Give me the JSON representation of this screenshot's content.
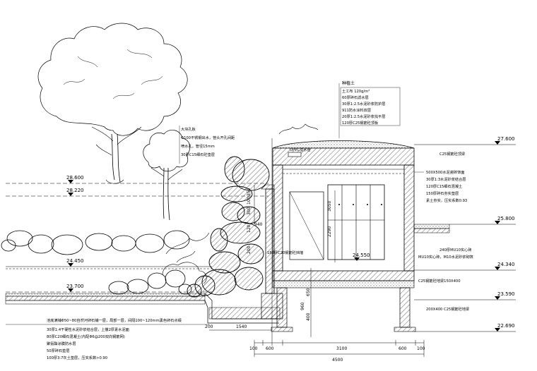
{
  "elevations": {
    "e27600": "27.600",
    "e28600": "28.600",
    "e28220": "28.220",
    "e25800": "25.800",
    "e24450": "24.450",
    "e24550": "24.550",
    "e24340": "24.340",
    "e23700": "23.700",
    "e23590": "23.590",
    "e22690": "22.690"
  },
  "roof_notes": {
    "title": "种植土",
    "lines": [
      "土工布 120g/m²",
      "60厚碎石滤水层",
      "30厚1:2.5水泥砂浆防护层",
      "911防水涂料双层",
      "20厚1:2.5水泥砂浆找平层",
      "120厚C25钢筋砼顶板"
    ]
  },
  "cascade_notes": [
    "大块孔板",
    "Φ100不锈钢出水，管头开孔间距",
    "喷水孔，管径15mm",
    "30厚C15细石砼垫层"
  ],
  "right_notes": {
    "beam": "C25钢筋砼顶梁",
    "wall_lines": [
      "500X500水泥瓷砖饰面",
      "30厚1:3水泥砂浆结合层",
      "120厚C15细石混凝土",
      "150厚碎石夯实垫层",
      "素土夯实，压实系数0.93"
    ],
    "tie_beam": "240厚MU10实心砖",
    "brick": "MU10实心砖，M10水泥砂浆砌筑",
    "ground_beam": "C25钢筋砼地梁150X400",
    "footing": "200X400 C25钢筋砼地梁"
  },
  "pond_notes": [
    "池底满铺Φ50~80自然河卵石铺一层，局部一层，间隔100~120mm黑色卵石点缀",
    "30厚1:4干硬性水泥砂浆结合层，上撒2厚素水泥面",
    "80厚C20细石混凝土(内配Φ6@200双向钢筋网)",
    "聚氨酯涂膜防水层",
    "50厚碎石垫层",
    "100厚3:7灰土垫层，压实系数>0.90"
  ],
  "labels": {
    "pvc": "UPVC溢水管",
    "slab": "180厚C20钢筋砼挡墙"
  },
  "dims": {
    "d350": "350",
    "d100": "100",
    "d300": "300",
    "d120": "120",
    "d200": "200",
    "d3050": "3050",
    "d2290": "2290",
    "d940": "940",
    "d650": "650",
    "d960": "960",
    "d400": "400",
    "d1540": "1540",
    "d200b": "200",
    "total": "4500",
    "w100a": "100",
    "w600a": "600",
    "w3100": "3100",
    "w600b": "600",
    "w100b": "100"
  }
}
